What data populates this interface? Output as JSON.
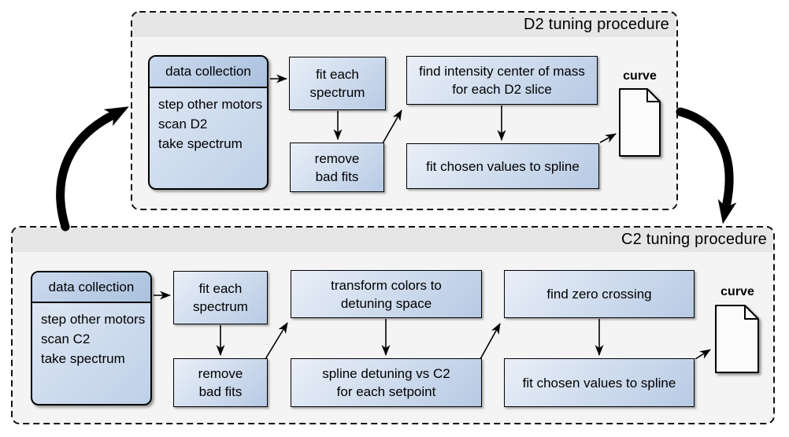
{
  "d2_panel": {
    "title": "D2 tuning procedure",
    "data_collection": {
      "header": "data collection",
      "body": "step other motors\nscan D2\ntake spectrum"
    },
    "fit_each_spectrum": "fit each\nspectrum",
    "remove_bad_fits": "remove\nbad fits",
    "find_intensity": "find intensity center of mass\nfor each D2 slice",
    "fit_chosen": "fit chosen values to spline",
    "curve_label": "curve"
  },
  "c2_panel": {
    "title": "C2 tuning procedure",
    "data_collection": {
      "header": "data collection",
      "body": "step other motors\nscan C2\ntake spectrum"
    },
    "fit_each_spectrum": "fit each\nspectrum",
    "remove_bad_fits": "remove\nbad fits",
    "transform_colors": "transform colors to\ndetuning space",
    "spline_detuning": "spline detuning vs C2\nfor each setpoint",
    "find_zero_crossing": "find zero crossing",
    "fit_chosen": "fit chosen values to spline",
    "curve_label": "curve"
  },
  "colors": {
    "panel_fill": "#f4f4f4",
    "panel_band": "#e6e6e6",
    "box_gradient_start": "#e9eff8",
    "box_gradient_end": "#b7cae4",
    "header_gradient_start": "#ccdaee",
    "header_gradient_end": "#aac1de",
    "stroke": "#000000",
    "background": "#ffffff"
  }
}
